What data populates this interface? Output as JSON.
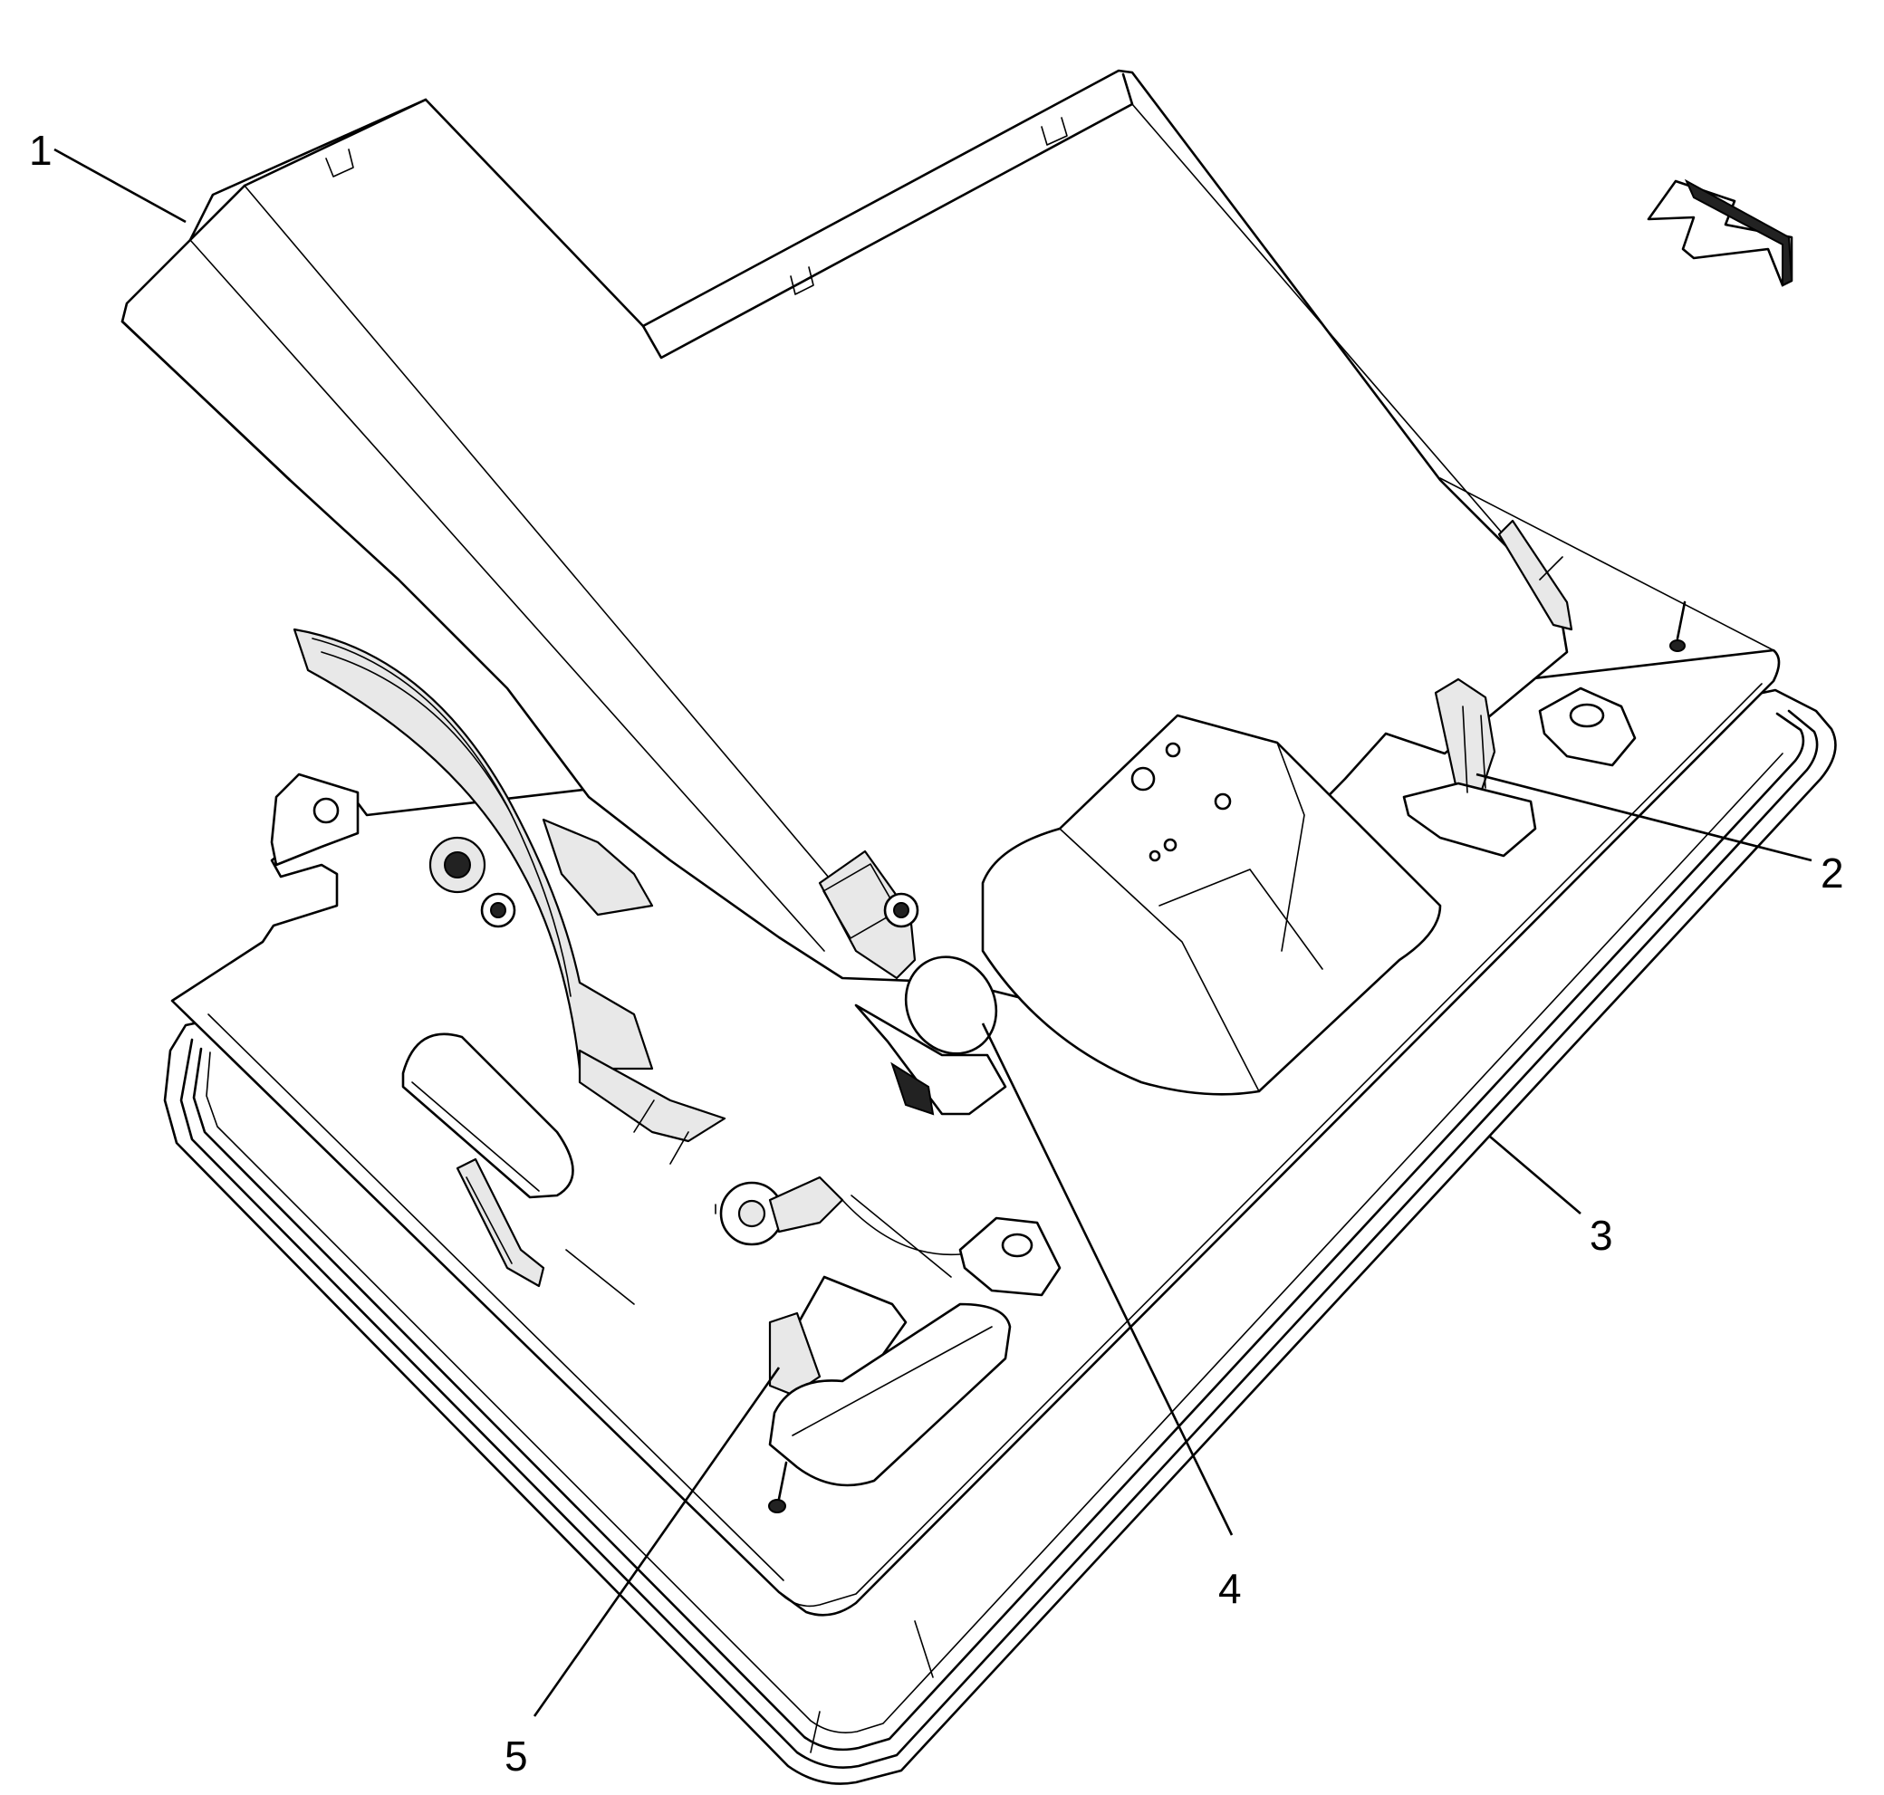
{
  "callouts": [
    {
      "id": "1",
      "label": "1"
    },
    {
      "id": "2",
      "label": "2"
    },
    {
      "id": "3",
      "label": "3"
    },
    {
      "id": "4",
      "label": "4"
    },
    {
      "id": "5",
      "label": "5"
    }
  ],
  "icons": {
    "direction": "direction-arrow-icon"
  }
}
